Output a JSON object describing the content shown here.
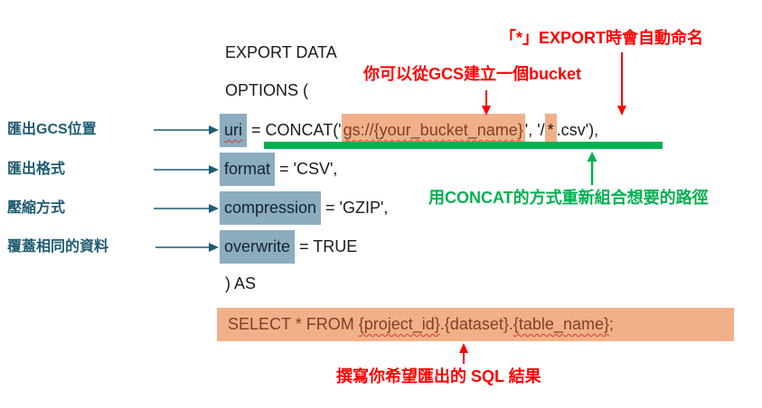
{
  "slide": {
    "code": {
      "header1": "EXPORT DATA",
      "header2": "OPTIONS (",
      "uri_line": {
        "keyword": "uri",
        "eq": " = CONCAT('",
        "bucket": "gs://{your_bucket_name}",
        "mid": "', '/",
        "star": "*",
        "tail": ".csv'),"
      },
      "format_line": {
        "keyword": "format",
        "rest": " = 'CSV',"
      },
      "compression_line": {
        "keyword": "compression",
        "rest": " = 'GZIP',"
      },
      "overwrite_line": {
        "keyword": "overwrite",
        "rest": " = TRUE"
      },
      "close_line": ") AS",
      "select_line": {
        "head": "SELECT * FROM ",
        "project": "{project_id}",
        "dot1": ".",
        "dataset": "{dataset}",
        "dot2": ".",
        "table": "{table_name}",
        "semicolon": ";"
      }
    },
    "left_labels": {
      "uri": "匯出GCS位置",
      "format": "匯出格式",
      "compression": "壓縮方式",
      "overwrite": "覆蓋相同的資料"
    },
    "annotations": {
      "star_note": "「*」EXPORT時會自動命名",
      "bucket_note": "你可以從GCS建立一個bucket",
      "concat_note": "用CONCAT的方式重新組合想要的路徑",
      "sql_note": "撰寫你希望匯出的 SQL 結果"
    },
    "colors": {
      "keyword_highlight": "#8CACC0",
      "path_highlight": "#F2B08A",
      "annotation_red": "#FF0000",
      "annotation_green": "#00B050",
      "label_teal": "#1F5C73",
      "code_text": "#1A1A1A",
      "path_text": "#7E4123",
      "squiggle_red": "#D83B2E"
    }
  }
}
